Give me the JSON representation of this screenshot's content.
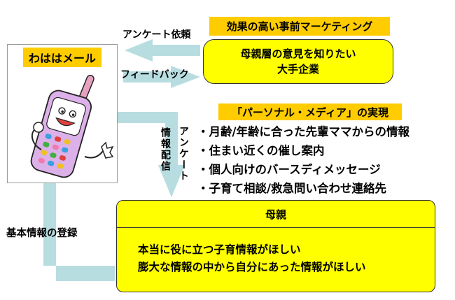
{
  "phone_panel": {
    "label": "わははメール"
  },
  "company": {
    "title": "効果の高い事前マーケティング",
    "lines": [
      "母親層の意見を知りたい",
      "大手企業"
    ]
  },
  "arrows": {
    "survey_request": "アンケート依頼",
    "feedback": "フィードバック",
    "survey_vertical": "アンケート",
    "info_delivery": "情報配信",
    "registration": "基本情報の登録"
  },
  "personal_media": {
    "title": "「パーソナル・メディア」の実現",
    "items": [
      "・月齢/年齢に合った先輩ママからの情報",
      "・住まい近くの催し案内",
      "・個人向けのバースディメッセージ",
      "・子育て相談/救急問い合わせ連絡先"
    ]
  },
  "mother": {
    "title": "母親",
    "lines": [
      "本当に役に立つ子育情報がほしい",
      "膨大な情報の中から自分にあった情報がほしい"
    ]
  },
  "colors": {
    "arrow": "#b8dde1",
    "yellow": "#ffff00",
    "label_orange": "#ffcc00"
  }
}
